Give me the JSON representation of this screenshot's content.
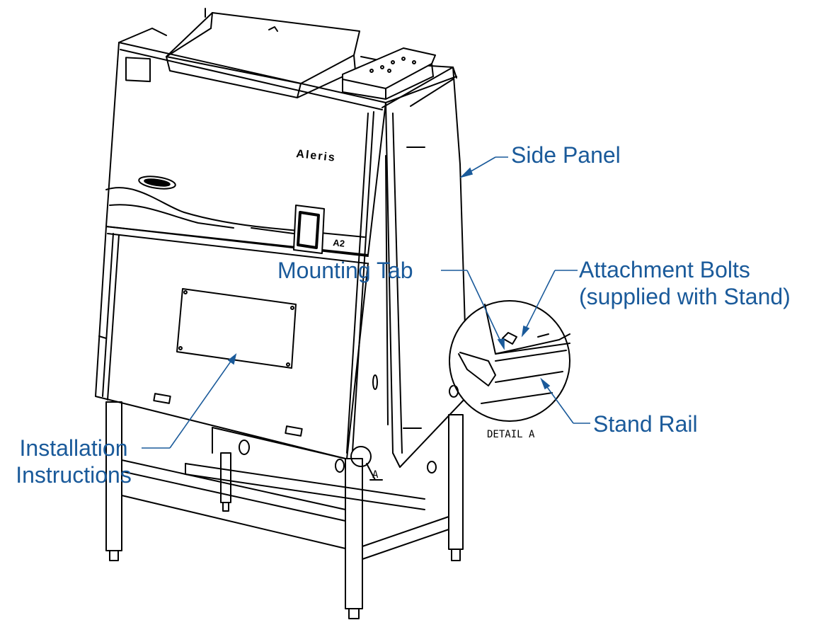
{
  "figure": {
    "brand_name": "Aleris",
    "model_tag": "A2",
    "detail_caption": "DETAIL A",
    "detail_marker": "A"
  },
  "callouts": {
    "side_panel": "Side Panel",
    "mounting_tab": "Mounting Tab",
    "attachment_bolts_line1": "Attachment Bolts",
    "attachment_bolts_line2": "(supplied with Stand)",
    "stand_rail": "Stand Rail",
    "installation_line1": "Installation",
    "installation_line2": "Instructions"
  },
  "colors": {
    "callout_text": "#1a5a9a",
    "leader_line": "#1a5a9a",
    "drawing_line": "#000000"
  }
}
